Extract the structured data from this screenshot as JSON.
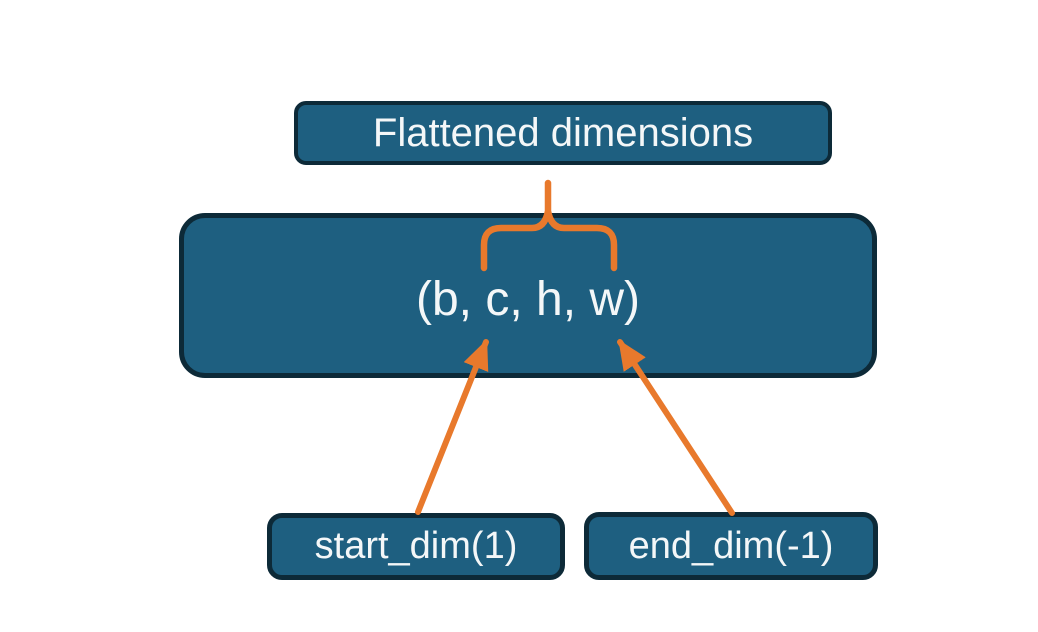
{
  "page": {
    "background": "#ffffff"
  },
  "colors": {
    "box_fill": "#1e5f80",
    "box_border": "#0d2a38",
    "connector_orange": "#e8792c",
    "text": "#f4f7f8"
  },
  "nodes": {
    "flattened": {
      "label": "Flattened dimensions"
    },
    "tensor": {
      "label": "(b, c, h, w)"
    },
    "start_dim": {
      "label": "start_dim(1)"
    },
    "end_dim": {
      "label": "end_dim(-1)"
    }
  },
  "connectors": [
    {
      "name": "brace-flattened-span",
      "type": "curly-brace"
    },
    {
      "name": "arrow-start-dim",
      "type": "arrow"
    },
    {
      "name": "arrow-end-dim",
      "type": "arrow"
    }
  ]
}
